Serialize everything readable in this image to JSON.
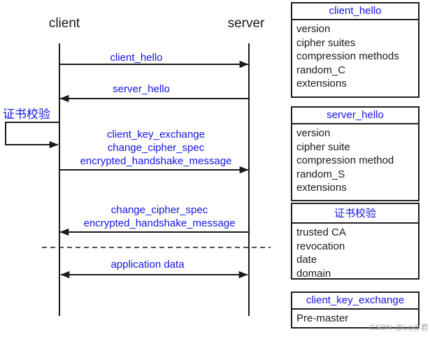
{
  "colors": {
    "accent_blue": "#1414e6",
    "line_black": "#1a1a1a",
    "watermark_gray": "#a8a8a8"
  },
  "actors": {
    "client": "client",
    "server": "server"
  },
  "messages": {
    "client_hello": "client_hello",
    "server_hello": "server_hello",
    "cert_check": "证书校验",
    "client_finish": {
      "line1": "client_key_exchange",
      "line2": "change_cipher_spec",
      "line3": "encrypted_handshake_message"
    },
    "server_finish": {
      "line1": "change_cipher_spec",
      "line2": "encrypted_handshake_message"
    },
    "application_data": "application data"
  },
  "boxes": {
    "client_hello": {
      "title": "client_hello",
      "items": [
        "version",
        "cipher suites",
        "compression methods",
        "random_C",
        "extensions"
      ]
    },
    "server_hello": {
      "title": "server_hello",
      "items": [
        "version",
        "cipher suite",
        "compression method",
        "random_S",
        "extensions"
      ]
    },
    "cert_check": {
      "title": "证书校验",
      "items": [
        "trusted CA",
        "revocation",
        "date",
        "domain"
      ]
    },
    "client_key_exchange": {
      "title": "client_key_exchange",
      "items": [
        "Pre-master"
      ]
    }
  },
  "watermark": "CSDN @Lq@君"
}
